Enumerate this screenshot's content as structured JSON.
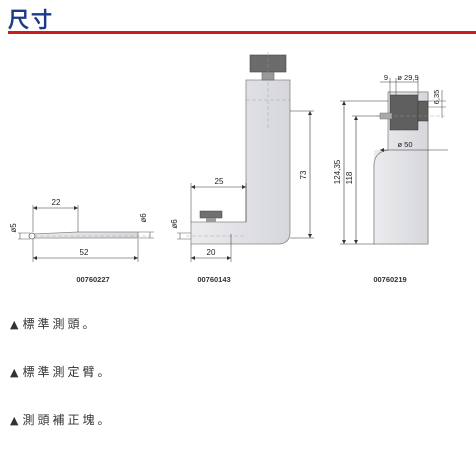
{
  "header": {
    "title": "尺寸"
  },
  "drawings": [
    {
      "part_number": "00760227",
      "dims": {
        "d_left": "ø5",
        "top_len": "22",
        "d_right": "ø6",
        "total": "52"
      }
    },
    {
      "part_number": "00760143",
      "dims": {
        "top_len": "25",
        "height": "73",
        "d_left": "ø6",
        "base_len": "20"
      }
    },
    {
      "part_number": "00760219",
      "dims": {
        "top_w": "9",
        "top_d": "ø 29,9",
        "right_h": "6,35",
        "mid_d": "ø 50",
        "total_h": "124,35",
        "inner_h": "118"
      }
    }
  ],
  "notes": [
    {
      "bullet": "▲",
      "text": "標準測頭。"
    },
    {
      "bullet": "▲",
      "text": "標準測定臂。"
    },
    {
      "bullet": "▲",
      "text": "測頭補正塊。"
    }
  ]
}
